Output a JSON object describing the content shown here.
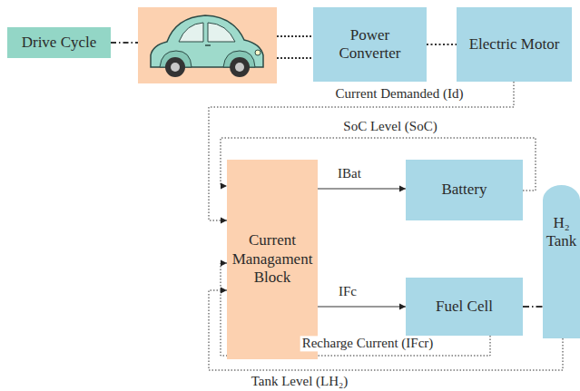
{
  "diagram": {
    "nodes": [
      {
        "text": [
          "Drive Cycle"
        ]
      },
      {
        "text": [
          "Power Converter"
        ]
      },
      {
        "text": [
          "Electric Motor"
        ]
      },
      {
        "text": [
          "Current Managament Block"
        ]
      },
      {
        "text": [
          "Battery"
        ]
      },
      {
        "text": [
          "Fuel Cell"
        ]
      },
      {
        "text": [
          "H₂ Tank"
        ]
      }
    ],
    "edges": [
      {
        "from": 1,
        "to": 2,
        "arrow": "none"
      },
      {
        "from": 2,
        "to": 3,
        "label": "Current Demanded (Id)",
        "arrow": "to"
      },
      {
        "from": 4,
        "to": 3,
        "label": "SoC Level (SoC)",
        "arrow": "to"
      },
      {
        "from": 3,
        "to": 4,
        "label": "IBat",
        "arrow": "to"
      },
      {
        "from": 3,
        "to": 5,
        "label": "IFc",
        "arrow": "to"
      },
      {
        "from": 5,
        "to": 6,
        "arrow": "none"
      },
      {
        "from": 5,
        "to": 3,
        "label": "Recharge Current (IFcr)",
        "arrow": "to"
      },
      {
        "from": 6,
        "to": 3,
        "label": "Tank Level (LH₂)",
        "arrow": "to"
      }
    ]
  }
}
